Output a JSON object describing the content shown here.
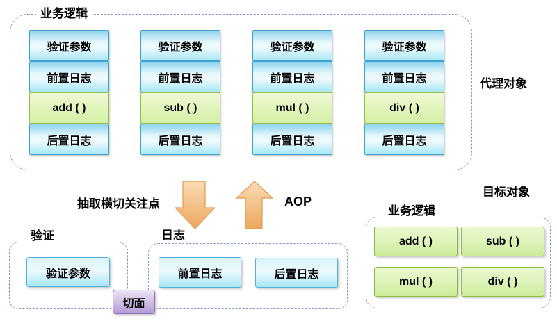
{
  "proxy": {
    "label": "业务逻辑",
    "side_label": "代理对象",
    "columns": [
      {
        "cells": [
          "验证参数",
          "前置日志",
          "add ( )",
          "后置日志"
        ]
      },
      {
        "cells": [
          "验证参数",
          "前置日志",
          "sub ( )",
          "后置日志"
        ]
      },
      {
        "cells": [
          "验证参数",
          "前置日志",
          "mul ( )",
          "后置日志"
        ]
      },
      {
        "cells": [
          "验证参数",
          "前置日志",
          "div ( )",
          "后置日志"
        ]
      }
    ]
  },
  "flow": {
    "extract_label": "抽取横切关注点",
    "aop_label": "AOP"
  },
  "aspect": {
    "validation_label": "验证",
    "validation_box": "验证参数",
    "logging_label": "日志",
    "pre_log_box": "前置日志",
    "post_log_box": "后置日志",
    "aspect_tag": "切面"
  },
  "target": {
    "side_label": "目标对象",
    "label": "业务逻辑",
    "methods": [
      "add ( )",
      "sub ( )",
      "mul ( )",
      "div ( )"
    ]
  },
  "colors": {
    "dashed_border": "#8398c0",
    "blue_border": "#41a0d2",
    "blue_fill_top": "#8fd3ee",
    "blue_fill_bottom": "#a8e8f6",
    "green_border": "#94c04a",
    "green_fill_top": "#ecf8d0",
    "green_fill_bottom": "#cdeb9a",
    "arrow_fill_top": "#f9dcb4",
    "arrow_fill_bottom": "#eda75f",
    "purple_border": "#8f74be",
    "purple_fill_bottom": "#b29ad7"
  }
}
